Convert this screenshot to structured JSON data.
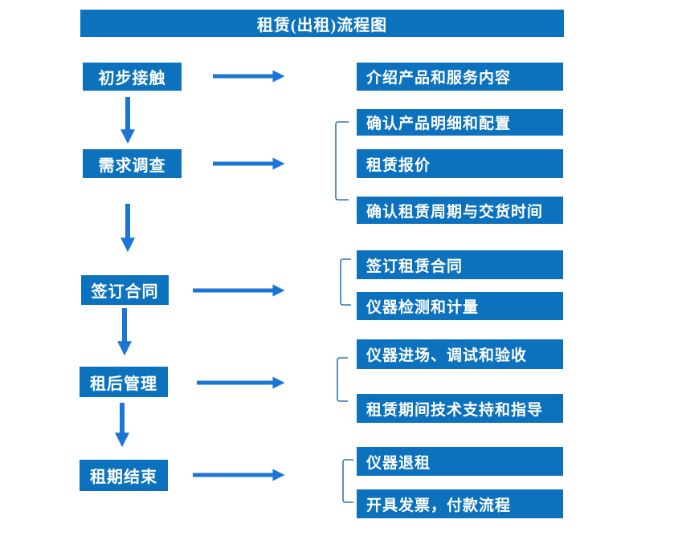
{
  "title": "租赁(出租)流程图",
  "steps": [
    {
      "label": "初步接触"
    },
    {
      "label": "需求调查"
    },
    {
      "label": "签订合同"
    },
    {
      "label": "租后管理"
    },
    {
      "label": "租期结束"
    }
  ],
  "details": [
    {
      "label": "介绍产品和服务内容"
    },
    {
      "label": "确认产品明细和配置"
    },
    {
      "label": "租赁报价"
    },
    {
      "label": "确认租赁周期与交货时间"
    },
    {
      "label": "签订租赁合同"
    },
    {
      "label": "仪器检测和计量"
    },
    {
      "label": "仪器进场、调试和验收"
    },
    {
      "label": "租赁期间技术支持和指导"
    },
    {
      "label": "仪器退租"
    },
    {
      "label": "开具发票，付款流程"
    }
  ],
  "colors": {
    "box_blue": "#0D72BD",
    "arrow_blue": "#1B74D6",
    "bracket_blue": "#2E75B6",
    "text_white": "#FFFFFF"
  }
}
